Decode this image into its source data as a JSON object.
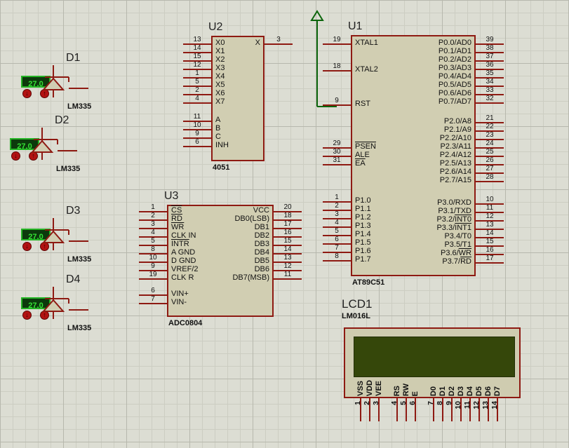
{
  "colors": {
    "canvas_bg": "#dcddd3",
    "grid_minor": "#cccdc2",
    "grid_major": "#b7b8ad",
    "component_fill": "#d1ceb2",
    "component_border": "#8e1a12",
    "wire_green": "#0c650c",
    "display_bg": "#0c3a0c",
    "display_border": "#25b425",
    "display_text": "#35e035",
    "button_red": "#b21212",
    "lcd_screen": "#35470a"
  },
  "icons": {
    "decrement": "↓",
    "increment": "↑"
  },
  "sensors": [
    {
      "ref": "D1",
      "part": "LM335",
      "value": "27.0"
    },
    {
      "ref": "D2",
      "part": "LM335",
      "value": "27.0"
    },
    {
      "ref": "D3",
      "part": "LM335",
      "value": "27.0"
    },
    {
      "ref": "D4",
      "part": "LM335",
      "value": "27.0"
    }
  ],
  "mux": {
    "ref": "U2",
    "part": "4051",
    "left_pins": [
      {
        "num": "13",
        "label": "X0"
      },
      {
        "num": "14",
        "label": "X1"
      },
      {
        "num": "15",
        "label": "X2"
      },
      {
        "num": "12",
        "label": "X3"
      },
      {
        "num": "1",
        "label": "X4"
      },
      {
        "num": "5",
        "label": "X5"
      },
      {
        "num": "2",
        "label": "X6"
      },
      {
        "num": "4",
        "label": "X7"
      },
      {
        "num": "11",
        "label": "A",
        "gap": 14
      },
      {
        "num": "10",
        "label": "B"
      },
      {
        "num": "9",
        "label": "C"
      },
      {
        "num": "6",
        "label": "INH"
      }
    ],
    "right_pins": [
      {
        "num": "3",
        "label": "X"
      }
    ]
  },
  "adc": {
    "ref": "U3",
    "part": "ADC0804",
    "left_pins": [
      {
        "num": "1",
        "label": "~CS~"
      },
      {
        "num": "2",
        "label": "~RD~"
      },
      {
        "num": "3",
        "label": "~WR~"
      },
      {
        "num": "4",
        "label": "CLK IN"
      },
      {
        "num": "5",
        "label": "~INTR~"
      },
      {
        "num": "8",
        "label": "A GND"
      },
      {
        "num": "10",
        "label": "D GND"
      },
      {
        "num": "9",
        "label": "VREF/2"
      },
      {
        "num": "19",
        "label": "CLK R"
      },
      {
        "num": "6",
        "label": "VIN+",
        "gap": 11
      },
      {
        "num": "7",
        "label": "VIN-"
      }
    ],
    "right_pins": [
      {
        "num": "20",
        "label": "VCC"
      },
      {
        "num": "18",
        "label": "DB0(LSB)"
      },
      {
        "num": "17",
        "label": "DB1"
      },
      {
        "num": "16",
        "label": "DB2"
      },
      {
        "num": "15",
        "label": "DB3"
      },
      {
        "num": "14",
        "label": "DB4"
      },
      {
        "num": "13",
        "label": "DB5"
      },
      {
        "num": "12",
        "label": "DB6"
      },
      {
        "num": "11",
        "label": "DB7(MSB)"
      }
    ]
  },
  "mcu": {
    "ref": "U1",
    "part": "AT89C51",
    "left_pins": [
      {
        "num": "19",
        "label": "XTAL1"
      },
      {
        "num": "18",
        "label": "XTAL2",
        "gap": 26
      },
      {
        "num": "9",
        "label": "RST",
        "gap": 37
      },
      {
        "num": "29",
        "label": "~PSEN~",
        "gap": 49
      },
      {
        "num": "30",
        "label": "ALE"
      },
      {
        "num": "31",
        "label": "~EA~"
      },
      {
        "num": "1",
        "label": "P1.0",
        "gap": 41
      },
      {
        "num": "2",
        "label": "P1.1"
      },
      {
        "num": "3",
        "label": "P1.2"
      },
      {
        "num": "4",
        "label": "P1.3"
      },
      {
        "num": "5",
        "label": "P1.4"
      },
      {
        "num": "6",
        "label": "P1.5"
      },
      {
        "num": "7",
        "label": "P1.6"
      },
      {
        "num": "8",
        "label": "P1.7"
      }
    ],
    "right_pins": [
      {
        "num": "39",
        "label": "P0.0/AD0"
      },
      {
        "num": "38",
        "label": "P0.1/AD1"
      },
      {
        "num": "37",
        "label": "P0.2/AD2"
      },
      {
        "num": "36",
        "label": "P0.3/AD3"
      },
      {
        "num": "35",
        "label": "P0.4/AD4"
      },
      {
        "num": "34",
        "label": "P0.5/AD5"
      },
      {
        "num": "33",
        "label": "P0.6/AD6"
      },
      {
        "num": "32",
        "label": "P0.7/AD7"
      },
      {
        "num": "21",
        "label": "P2.0/A8",
        "gap": 16
      },
      {
        "num": "22",
        "label": "P2.1/A9"
      },
      {
        "num": "23",
        "label": "P2.2/A10"
      },
      {
        "num": "24",
        "label": "P2.3/A11"
      },
      {
        "num": "25",
        "label": "P2.4/A12"
      },
      {
        "num": "26",
        "label": "P2.5/A13"
      },
      {
        "num": "27",
        "label": "P2.6/A14"
      },
      {
        "num": "28",
        "label": "P2.7/A15"
      },
      {
        "num": "10",
        "label": "P3.0/RXD",
        "gap": 20
      },
      {
        "num": "11",
        "label": "P3.1/TXD"
      },
      {
        "num": "12",
        "label": "P3.2/~INT0~"
      },
      {
        "num": "13",
        "label": "P3.3/~INT1~"
      },
      {
        "num": "14",
        "label": "P3.4/T0"
      },
      {
        "num": "15",
        "label": "P3.5/T1"
      },
      {
        "num": "16",
        "label": "P3.6/~WR~"
      },
      {
        "num": "17",
        "label": "P3.7/~RD~"
      }
    ]
  },
  "lcd": {
    "ref": "LCD1",
    "part": "LM016L",
    "pins": [
      {
        "num": "1",
        "label": "VSS"
      },
      {
        "num": "2",
        "label": "VDD"
      },
      {
        "num": "3",
        "label": "VEE"
      },
      {
        "num": "4",
        "label": "RS",
        "gap": 13
      },
      {
        "num": "5",
        "label": "RW"
      },
      {
        "num": "6",
        "label": "E"
      },
      {
        "num": "7",
        "label": "D0",
        "gap": 13
      },
      {
        "num": "8",
        "label": "D1"
      },
      {
        "num": "9",
        "label": "D2"
      },
      {
        "num": "10",
        "label": "D3"
      },
      {
        "num": "11",
        "label": "D4"
      },
      {
        "num": "12",
        "label": "D5"
      },
      {
        "num": "13",
        "label": "D6"
      },
      {
        "num": "14",
        "label": "D7"
      }
    ]
  }
}
